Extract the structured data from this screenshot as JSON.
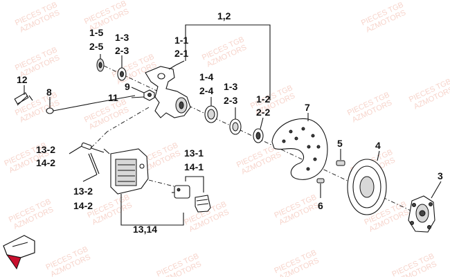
{
  "diagram": {
    "watermark_lines": [
      "PIECES TGB",
      "AZMOTORS"
    ],
    "callouts": {
      "c_1_2": "1,2",
      "c_1_5": "1-5",
      "c_2_5": "2-5",
      "c_1_3a": "1-3",
      "c_2_3a": "2-3",
      "c_1_1": "1-1",
      "c_2_1": "2-1",
      "c_12": "12",
      "c_8": "8",
      "c_9": "9",
      "c_11": "11",
      "c_1_4": "1-4",
      "c_2_4": "2-4",
      "c_1_3b": "1-3",
      "c_2_3b": "2-3",
      "c_1_2b": "1-2",
      "c_2_2": "2-2",
      "c_7": "7",
      "c_5": "5",
      "c_4": "4",
      "c_6": "6",
      "c_3": "3",
      "c_13_2a": "13-2",
      "c_14_2a": "14-2",
      "c_13_1": "13-1",
      "c_14_1": "14-1",
      "c_13_2b": "13-2",
      "c_14_2b": "14-2",
      "c_13_14": "13,14"
    },
    "colors": {
      "line": "#111111",
      "watermark": "#f0b0a0",
      "logo_red": "#c8102e"
    }
  }
}
